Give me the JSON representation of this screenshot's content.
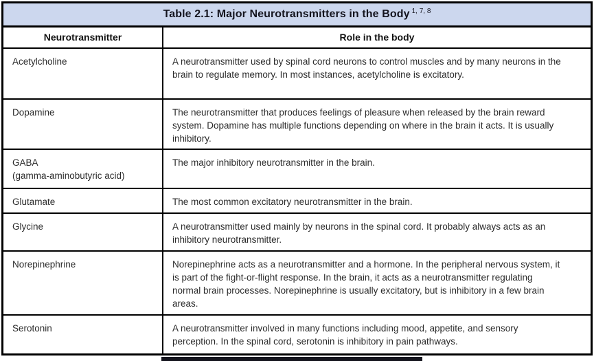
{
  "title": {
    "text": "Table 2.1: Major Neurotransmitters in the Body",
    "superscript": "1, 7, 8"
  },
  "header": {
    "col1": "Neurotransmitter",
    "col2": "Role in the body"
  },
  "rows": [
    {
      "name": "Acetylcholine",
      "role": "A neurotransmitter used by spinal cord neurons to control muscles and by many neurons in the brain to regulate memory. In most instances, acetylcholine is excitatory."
    },
    {
      "name": "Dopamine",
      "role": "The neurotransmitter that produces feelings of pleasure when released by the brain reward system. Dopamine has multiple functions depending on where in the brain it acts. It is usually inhibitory."
    },
    {
      "name": "GABA\n(gamma-aminobutyric acid)",
      "role": "The major inhibitory neurotransmitter in the brain."
    },
    {
      "name": "Glutamate",
      "role": "The most common excitatory neurotransmitter in the brain."
    },
    {
      "name": "Glycine",
      "role": "A neurotransmitter used mainly by neurons in the spinal cord. It probably always acts as an inhibitory neurotransmitter."
    },
    {
      "name": "Norepinephrine",
      "role": "Norepinephrine acts as a neurotransmitter and a hormone. In the peripheral nervous system, it is part of the fight-or-flight response. In the brain, it acts as a neurotransmitter regulating normal brain processes. Norepinephrine is usually excitatory, but is inhibitory in a few brain areas."
    },
    {
      "name": "Serotonin",
      "role": "A neurotransmitter involved in many functions including mood, appetite, and sensory perception. In the spinal cord, serotonin is inhibitory in pain pathways."
    }
  ],
  "colors": {
    "title_bar_bg": "#ccd7ee",
    "border": "#000000",
    "body_text": "#2b2b2b",
    "bottom_strip": "#14141d"
  }
}
